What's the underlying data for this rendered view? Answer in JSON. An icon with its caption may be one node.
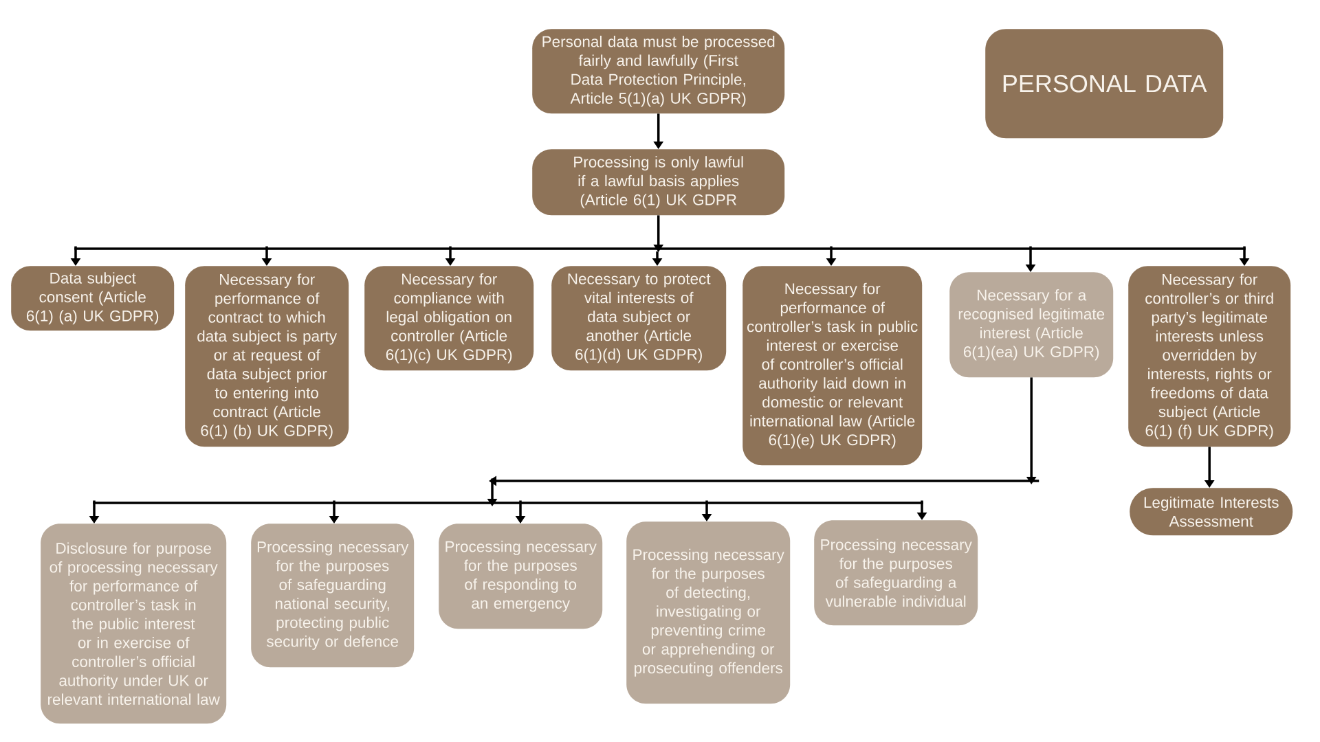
{
  "diagram": {
    "nodes": [
      {
        "text": [
          "Personal data must be processed fairly and lawfully (First Data Protection Principle, Article 5(1)(a) UK GDPR)"
        ]
      },
      {
        "text": [
          "PERSONAL DATA"
        ]
      },
      {
        "text": [
          "Processing is only lawful if a lawful basis applies (Article 6(1) UK GDPR"
        ]
      },
      {
        "text": [
          "Data subject consent (Article 6(1) (a) UK GDPR)"
        ]
      },
      {
        "text": [
          "Necessary for performance of contract to which data subject is party or at request of data subject prior to entering into contract (Article 6(1) (b) UK GDPR)"
        ]
      },
      {
        "text": [
          "Necessary for compliance with legal obligation on controller (Article 6(1)(c) UK GDPR)"
        ]
      },
      {
        "text": [
          "Necessary to protect vital interests of data subject or another (Article 6(1)(d) UK GDPR)"
        ]
      },
      {
        "text": [
          "Necessary for performance of controller’s task in public interest or exercise of controller’s official authority laid down in domestic or relevant international law (Article 6(1)(e) UK GDPR)"
        ]
      },
      {
        "text": [
          "Necessary for a recognised legitimate interest (Article 6(1)(ea) UK GDPR)"
        ]
      },
      {
        "text": [
          "Necessary for controller’s or third party’s legitimate interests unless overridden by interests, rights or freedoms of data subject (Article 6(1) (f) UK GDPR)"
        ]
      },
      {
        "text": [
          "Legitimate Interests Assessment"
        ]
      },
      {
        "text": [
          "Disclosure for purpose of processing necessary for performance of controller’s task in the public interest or in exercise of controller’s official authority under UK or relevant international law"
        ]
      },
      {
        "text": [
          "Processing necessary for the purposes of safeguarding national security, protecting public security or defence"
        ]
      },
      {
        "text": [
          "Processing necessary for the purposes of responding to an emergency"
        ]
      },
      {
        "text": [
          "Processing necessary for the purposes of detecting, investigating or preventing crime or apprehending or prosecuting offenders"
        ]
      },
      {
        "text": [
          "Processing necessary for the purposes of safeguarding a vulnerable individual"
        ]
      }
    ],
    "edges": [
      {
        "from": 0,
        "to": 2,
        "arrow": "to"
      },
      {
        "from": 2,
        "to": 3,
        "arrow": "to"
      },
      {
        "from": 2,
        "to": 4,
        "arrow": "to"
      },
      {
        "from": 2,
        "to": 5,
        "arrow": "to"
      },
      {
        "from": 2,
        "to": 6,
        "arrow": "to"
      },
      {
        "from": 2,
        "to": 7,
        "arrow": "to"
      },
      {
        "from": 2,
        "to": 8,
        "arrow": "to"
      },
      {
        "from": 2,
        "to": 9,
        "arrow": "to"
      },
      {
        "from": 9,
        "to": 10,
        "arrow": "to"
      },
      {
        "from": 8,
        "to": 11,
        "arrow": "to"
      },
      {
        "from": 8,
        "to": 12,
        "arrow": "to"
      },
      {
        "from": 8,
        "to": 13,
        "arrow": "to"
      },
      {
        "from": 8,
        "to": 14,
        "arrow": "to"
      },
      {
        "from": 8,
        "to": 15,
        "arrow": "to"
      }
    ]
  }
}
